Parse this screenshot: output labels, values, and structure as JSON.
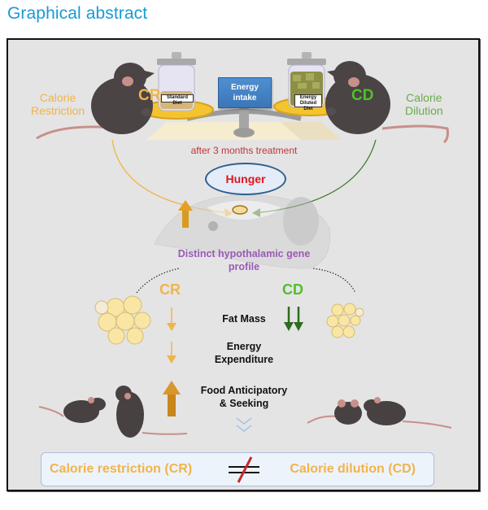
{
  "title": "Graphical abstract",
  "top": {
    "left_group_label": "Calorie\nRestriction",
    "left_group_label_line1": "Calorie",
    "left_group_label_line2": "Restriction",
    "left_mouse_tag": "CR",
    "right_group_label_line1": "Calorie",
    "right_group_label_line2": "Dilution",
    "right_mouse_tag": "CD",
    "left_jar_label": "Standard Diet",
    "right_jar_label_line1": "Energy",
    "right_jar_label_line2": "Diluted Diet",
    "scale_box_line1": "Energy",
    "scale_box_line2": "intake",
    "duration_note": "after 3 months treatment"
  },
  "brain": {
    "hunger_label": "Hunger",
    "gene_profile_line1": "Distinct hypothalamic gene",
    "gene_profile_line2": "profile"
  },
  "comparison": {
    "left_tag": "CR",
    "right_tag": "CD",
    "rows": [
      {
        "label_line1": "Fat Mass",
        "label_line2": "",
        "cr_effect": "decrease",
        "cd_effect": "strong-decrease"
      },
      {
        "label_line1": "Energy",
        "label_line2": "Expenditure",
        "cr_effect": "decrease",
        "cd_effect": "none"
      },
      {
        "label_line1": "Food Anticipatory",
        "label_line2": "& Seeking",
        "cr_effect": "increase",
        "cd_effect": "none"
      }
    ]
  },
  "conclusion": {
    "left": "Calorie restriction (CR)",
    "symbol": "not-equal",
    "right": "Calorie dilution (CD)"
  },
  "colors": {
    "title_blue": "#1a9ad6",
    "cr_orange": "#f0b44b",
    "cd_green": "#4fc12a",
    "cd_arrow_green": "#2e6b1e",
    "note_red": "#c0353a",
    "hunger_red": "#e0161b",
    "gene_purple": "#9b59b6",
    "panel_gray": "#e4e4e4"
  }
}
